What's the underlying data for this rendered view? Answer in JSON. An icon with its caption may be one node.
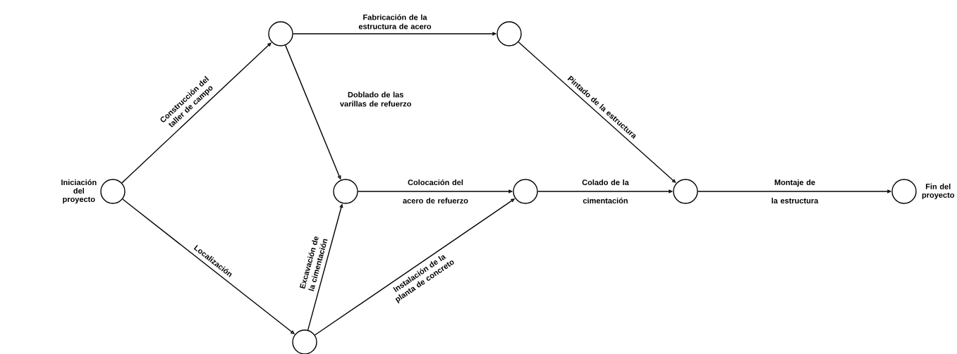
{
  "diagram": {
    "nodes": [
      {
        "text": [],
        "shape": "circle",
        "beside": [
          "Iniciación del proyecto"
        ]
      },
      {
        "text": [],
        "shape": "circle"
      },
      {
        "text": [],
        "shape": "circle"
      },
      {
        "text": [],
        "shape": "circle"
      },
      {
        "text": [],
        "shape": "circle"
      },
      {
        "text": [],
        "shape": "circle"
      },
      {
        "text": [],
        "shape": "circle",
        "beside": [
          "Fin del proyecto"
        ]
      },
      {
        "text": [],
        "shape": "circle"
      }
    ],
    "edges": [
      {
        "from": 0,
        "to": 1,
        "arrow": "to",
        "label": "Construcción del taller de campo"
      },
      {
        "from": 0,
        "to": 7,
        "arrow": "to",
        "label": "Localización"
      },
      {
        "from": 1,
        "to": 2,
        "arrow": "to",
        "label": "Fabricación de la estructura de acero"
      },
      {
        "from": 1,
        "to": 3,
        "arrow": "to",
        "label": "Doblado de las varillas de refuerzo"
      },
      {
        "from": 7,
        "to": 3,
        "arrow": "to",
        "label": "Excavación de la cimentación"
      },
      {
        "from": 3,
        "to": 4,
        "arrow": "to",
        "label": "Colocación del acero de refuerzo"
      },
      {
        "from": 7,
        "to": 4,
        "arrow": "to",
        "label": "Instalación de la planta de concreto"
      },
      {
        "from": 4,
        "to": 5,
        "arrow": "to",
        "label": "Colado de la cimentación"
      },
      {
        "from": 2,
        "to": 5,
        "arrow": "to",
        "label": "Pintado de la estructura"
      },
      {
        "from": 5,
        "to": 6,
        "arrow": "to",
        "label": "Montaje de la estructura"
      }
    ]
  }
}
